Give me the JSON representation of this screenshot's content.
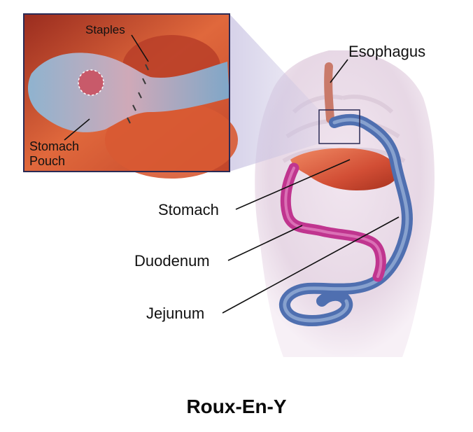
{
  "labels": {
    "staples": "Staples",
    "esophagus": "Esophagus",
    "stomach_pouch_line1": "Stomach",
    "stomach_pouch_line2": "Pouch",
    "stomach": "Stomach",
    "duodenum": "Duodenum",
    "jejunum": "Jejunum"
  },
  "caption": "Roux-En-Y",
  "colors": {
    "torso": "#e9dce8",
    "stomach": "#d9573a",
    "duodenum": "#c0358f",
    "jejunum": "#4f6fb0",
    "inset_border": "#2a2a55",
    "callout_line": "#111111"
  }
}
